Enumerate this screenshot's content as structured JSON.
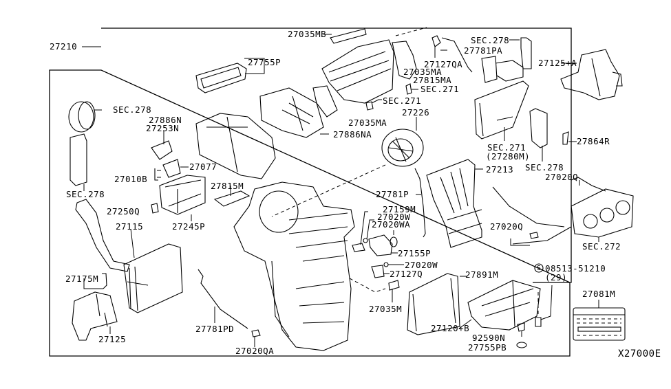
{
  "diagram": {
    "title": "Heater & Blower Unit parts diagram",
    "diagram_code": "X27000E",
    "assembly_number": "27210",
    "label_part": {
      "number": "27081M"
    },
    "labels": [
      {
        "id": "27210",
        "text": "27210"
      },
      {
        "id": "27035MB",
        "text": "27035MB"
      },
      {
        "id": "27755P",
        "text": "27755P"
      },
      {
        "id": "27127QA",
        "text": "27127QA"
      },
      {
        "id": "27781PA",
        "text": "27781PA"
      },
      {
        "id": "sec278-top",
        "text": "SEC.278"
      },
      {
        "id": "27125A",
        "text": "27125+A"
      },
      {
        "id": "27035MA-1",
        "text": "27035MA"
      },
      {
        "id": "27815MA",
        "text": "27815MA"
      },
      {
        "id": "sec271-a",
        "text": "SEC.271"
      },
      {
        "id": "sec271-b",
        "text": "SEC.271"
      },
      {
        "id": "sec278-left",
        "text": "SEC.278"
      },
      {
        "id": "27886N",
        "text": "27886N"
      },
      {
        "id": "27253N",
        "text": "27253N"
      },
      {
        "id": "27035MA-2",
        "text": "27035MA"
      },
      {
        "id": "27226",
        "text": "27226"
      },
      {
        "id": "27886NA",
        "text": "27886NA"
      },
      {
        "id": "sec271-evap",
        "text": "SEC.271"
      },
      {
        "id": "27280M",
        "text": "(27280M)"
      },
      {
        "id": "27864R",
        "text": "27864R"
      },
      {
        "id": "27077",
        "text": "27077"
      },
      {
        "id": "27010B",
        "text": "27010B"
      },
      {
        "id": "sec278-right",
        "text": "SEC.278"
      },
      {
        "id": "27213",
        "text": "27213"
      },
      {
        "id": "27020Q-1",
        "text": "27020Q"
      },
      {
        "id": "27815M",
        "text": "27815M"
      },
      {
        "id": "sec278-bracket",
        "text": "SEC.278"
      },
      {
        "id": "27250Q",
        "text": "27250Q"
      },
      {
        "id": "27245P",
        "text": "27245P"
      },
      {
        "id": "27781P",
        "text": "27781P"
      },
      {
        "id": "27159M",
        "text": "27159M"
      },
      {
        "id": "27020W-1",
        "text": "27020W"
      },
      {
        "id": "27020WA",
        "text": "27020WA"
      },
      {
        "id": "27115",
        "text": "27115"
      },
      {
        "id": "27020Q-2",
        "text": "27020Q"
      },
      {
        "id": "sec272",
        "text": "SEC.272"
      },
      {
        "id": "27155P",
        "text": "27155P"
      },
      {
        "id": "27020W-2",
        "text": "27020W"
      },
      {
        "id": "27127Q",
        "text": "27127Q"
      },
      {
        "id": "27891M",
        "text": "27891M"
      },
      {
        "id": "bolt",
        "text": "08513-51210"
      },
      {
        "id": "bolt-qty",
        "text": "(29)"
      },
      {
        "id": "27175M",
        "text": "27175M"
      },
      {
        "id": "27035M",
        "text": "27035M"
      },
      {
        "id": "27120B",
        "text": "27120+B"
      },
      {
        "id": "92590N",
        "text": "92590N"
      },
      {
        "id": "27755PB",
        "text": "27755PB"
      },
      {
        "id": "27125",
        "text": "27125"
      },
      {
        "id": "27781PD",
        "text": "27781PD"
      },
      {
        "id": "27020QA",
        "text": "27020QA"
      },
      {
        "id": "27081M",
        "text": "27081M"
      }
    ],
    "bolt_symbol": "S"
  }
}
